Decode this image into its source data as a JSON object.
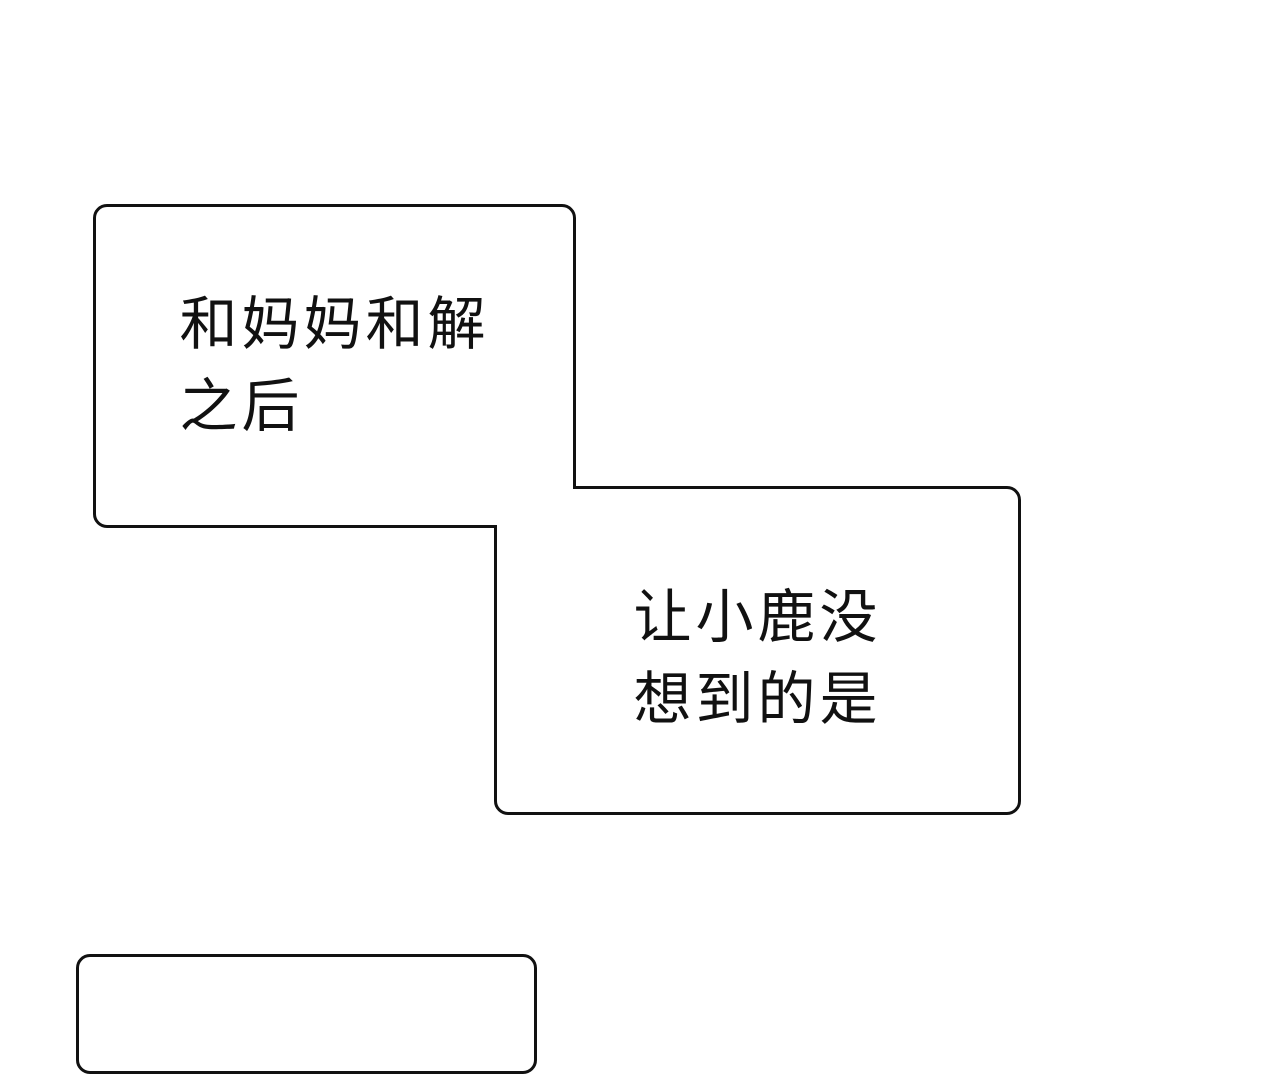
{
  "colors": {
    "page_background": "#ffffff",
    "bubble_fill": "#ffffff",
    "bubble_outline": "#111111",
    "text": "#111111"
  },
  "bubbles": [
    {
      "id": "narration-box-1",
      "lines": [
        "和妈妈和解",
        "之后"
      ]
    },
    {
      "id": "narration-box-2",
      "lines": [
        "让小鹿没",
        "想到的是"
      ]
    },
    {
      "id": "narration-box-3",
      "lines": []
    }
  ]
}
